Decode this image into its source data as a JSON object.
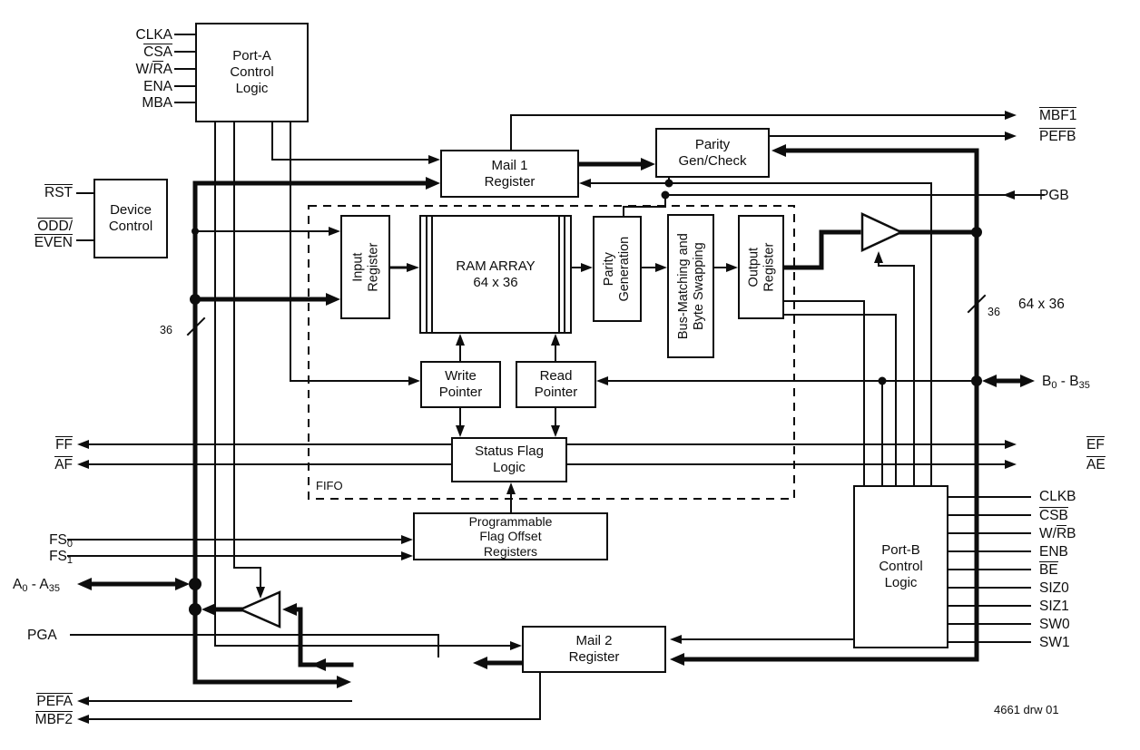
{
  "boxes": {
    "port_a": [
      "Port-A",
      "Control",
      "Logic"
    ],
    "device": [
      "Device",
      "Control"
    ],
    "mail1": [
      "Mail 1",
      "Register"
    ],
    "parity_top": [
      "Parity",
      "Gen/Check"
    ],
    "input_reg": [
      "Input",
      "Register"
    ],
    "ram": [
      "RAM ARRAY",
      "64 x 36"
    ],
    "parity_gen": [
      "Parity",
      "Generation"
    ],
    "bus_match": [
      "Bus-Matching and",
      "Byte Swapping"
    ],
    "output_reg": [
      "Output",
      "Register"
    ],
    "write_ptr": [
      "Write",
      "Pointer"
    ],
    "read_ptr": [
      "Read",
      "Pointer"
    ],
    "status": [
      "Status Flag",
      "Logic"
    ],
    "prog_flag": [
      "Programmable",
      "Flag Offset",
      "Registers"
    ],
    "mail2": [
      "Mail 2",
      "Register"
    ],
    "port_b": [
      "Port-B",
      "Control",
      "Logic"
    ],
    "fifo": "FIFO"
  },
  "sig": {
    "clka": "CLKA",
    "csa": "CSA",
    "wra_pre": "W/",
    "wra_bar": "R",
    "wra_post": "A",
    "ena": "ENA",
    "mba": "MBA",
    "rst": "RST",
    "odd": "ODD/",
    "even": "EVEN",
    "ff": "FF",
    "af": "AF",
    "fs_base": "FS",
    "fs0_sub": "0",
    "fs1_sub": "1",
    "abus_a": "A",
    "abus_s0": "0",
    "abus_mid": " - A",
    "abus_s35": "35",
    "pga": "PGA",
    "pefa": "PEFA",
    "mbf2": "MBF2",
    "mbf1": "MBF1",
    "pefb": "PEFB",
    "pgb": "PGB",
    "bus36_left": "36",
    "bus36_right": "36",
    "ram_note": "64 x 36",
    "bbus_b": "B",
    "bbus_s0": "0",
    "bbus_mid": " - B",
    "bbus_s35": "35",
    "ef": "EF",
    "ae": "AE",
    "clkb": "CLKB",
    "csb": "CSB",
    "wrb_pre": "W/",
    "wrb_bar": "R",
    "wrb_post": "B",
    "enb": "ENB",
    "be": "BE",
    "siz0": "SIZ0",
    "siz1": "SIZ1",
    "sw0": "SW0",
    "sw1": "SW1",
    "note": "4661 drw 01"
  }
}
